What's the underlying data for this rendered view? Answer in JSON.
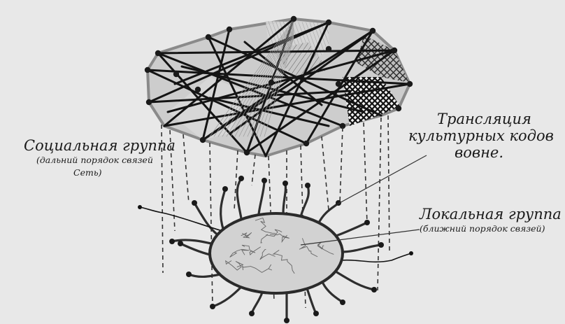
{
  "labels": {
    "social_group": "Социальная группа",
    "social_group_note_1": "(дальний порядок связей",
    "social_group_note_2": "Сеть)",
    "translation_1": "Трансляция",
    "translation_2": "культурных кодов",
    "translation_3": "вовне.",
    "local_group": "Локальная группа",
    "local_group_note": "(ближний порядок связей)"
  },
  "colors": {
    "background": "#e8e8e8",
    "network_fill": "#cfcfcf",
    "network_outline": "#8a8a8a",
    "strand": "#111111",
    "hatch": "#1a1a1a",
    "ellipse_fill": "#d4d4d4",
    "tentacle": "#333333"
  }
}
